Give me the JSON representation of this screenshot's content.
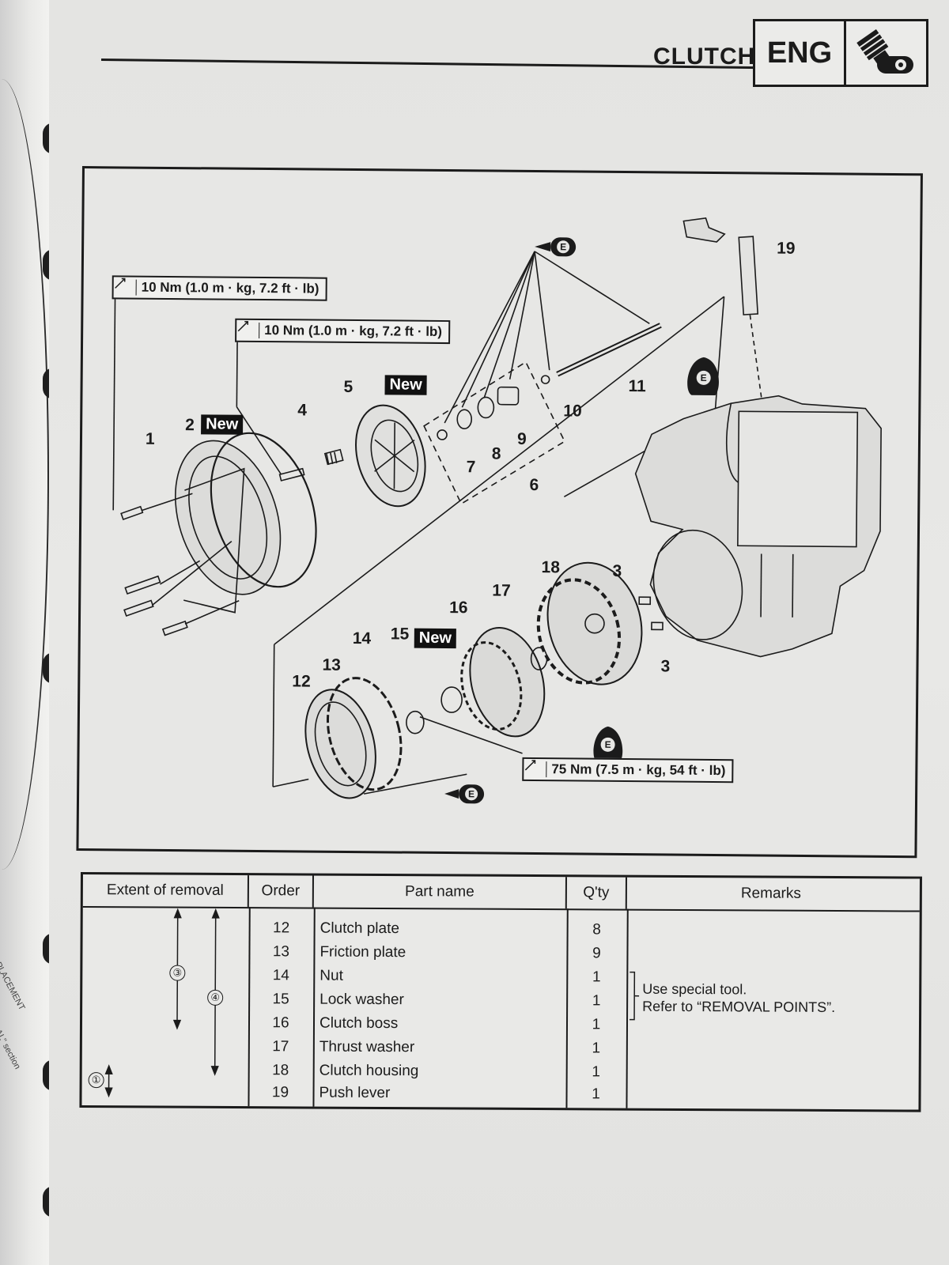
{
  "header": {
    "section_title": "CLUTCH",
    "section_code": "ENG",
    "icon": "engine-icon"
  },
  "diagram": {
    "torque_specs": [
      {
        "id": "tq1",
        "text": "10 Nm (1.0 m · kg, 7.2 ft · lb)"
      },
      {
        "id": "tq2",
        "text": "10 Nm (1.0 m · kg, 7.2 ft · lb)"
      },
      {
        "id": "tq3",
        "text": "75 Nm (7.5 m · kg, 54 ft · lb)"
      }
    ],
    "new_label": "New",
    "oil_symbol": "E",
    "callouts": [
      "1",
      "2",
      "3",
      "3",
      "4",
      "5",
      "6",
      "7",
      "8",
      "9",
      "10",
      "11",
      "12",
      "13",
      "14",
      "15",
      "16",
      "17",
      "18",
      "19"
    ]
  },
  "table": {
    "headers": {
      "extent": "Extent of removal",
      "order": "Order",
      "part": "Part name",
      "qty": "Q'ty",
      "remarks": "Remarks"
    },
    "extent_marks": [
      "③",
      "④",
      "①"
    ],
    "rows": [
      {
        "order": "12",
        "part": "Clutch plate",
        "qty": "8"
      },
      {
        "order": "13",
        "part": "Friction plate",
        "qty": "9"
      },
      {
        "order": "14",
        "part": "Nut",
        "qty": "1"
      },
      {
        "order": "15",
        "part": "Lock washer",
        "qty": "1"
      },
      {
        "order": "16",
        "part": "Clutch boss",
        "qty": "1"
      },
      {
        "order": "17",
        "part": "Thrust washer",
        "qty": "1"
      },
      {
        "order": "18",
        "part": "Clutch housing",
        "qty": "1"
      },
      {
        "order": "19",
        "part": "Push lever",
        "qty": "1"
      }
    ],
    "remarks": {
      "line1": "Use special tool.",
      "line2": "Refer to “REMOVAL POINTS”."
    }
  },
  "side_text": {
    "a": "PLACEMENT",
    "b": "AL\" section"
  }
}
